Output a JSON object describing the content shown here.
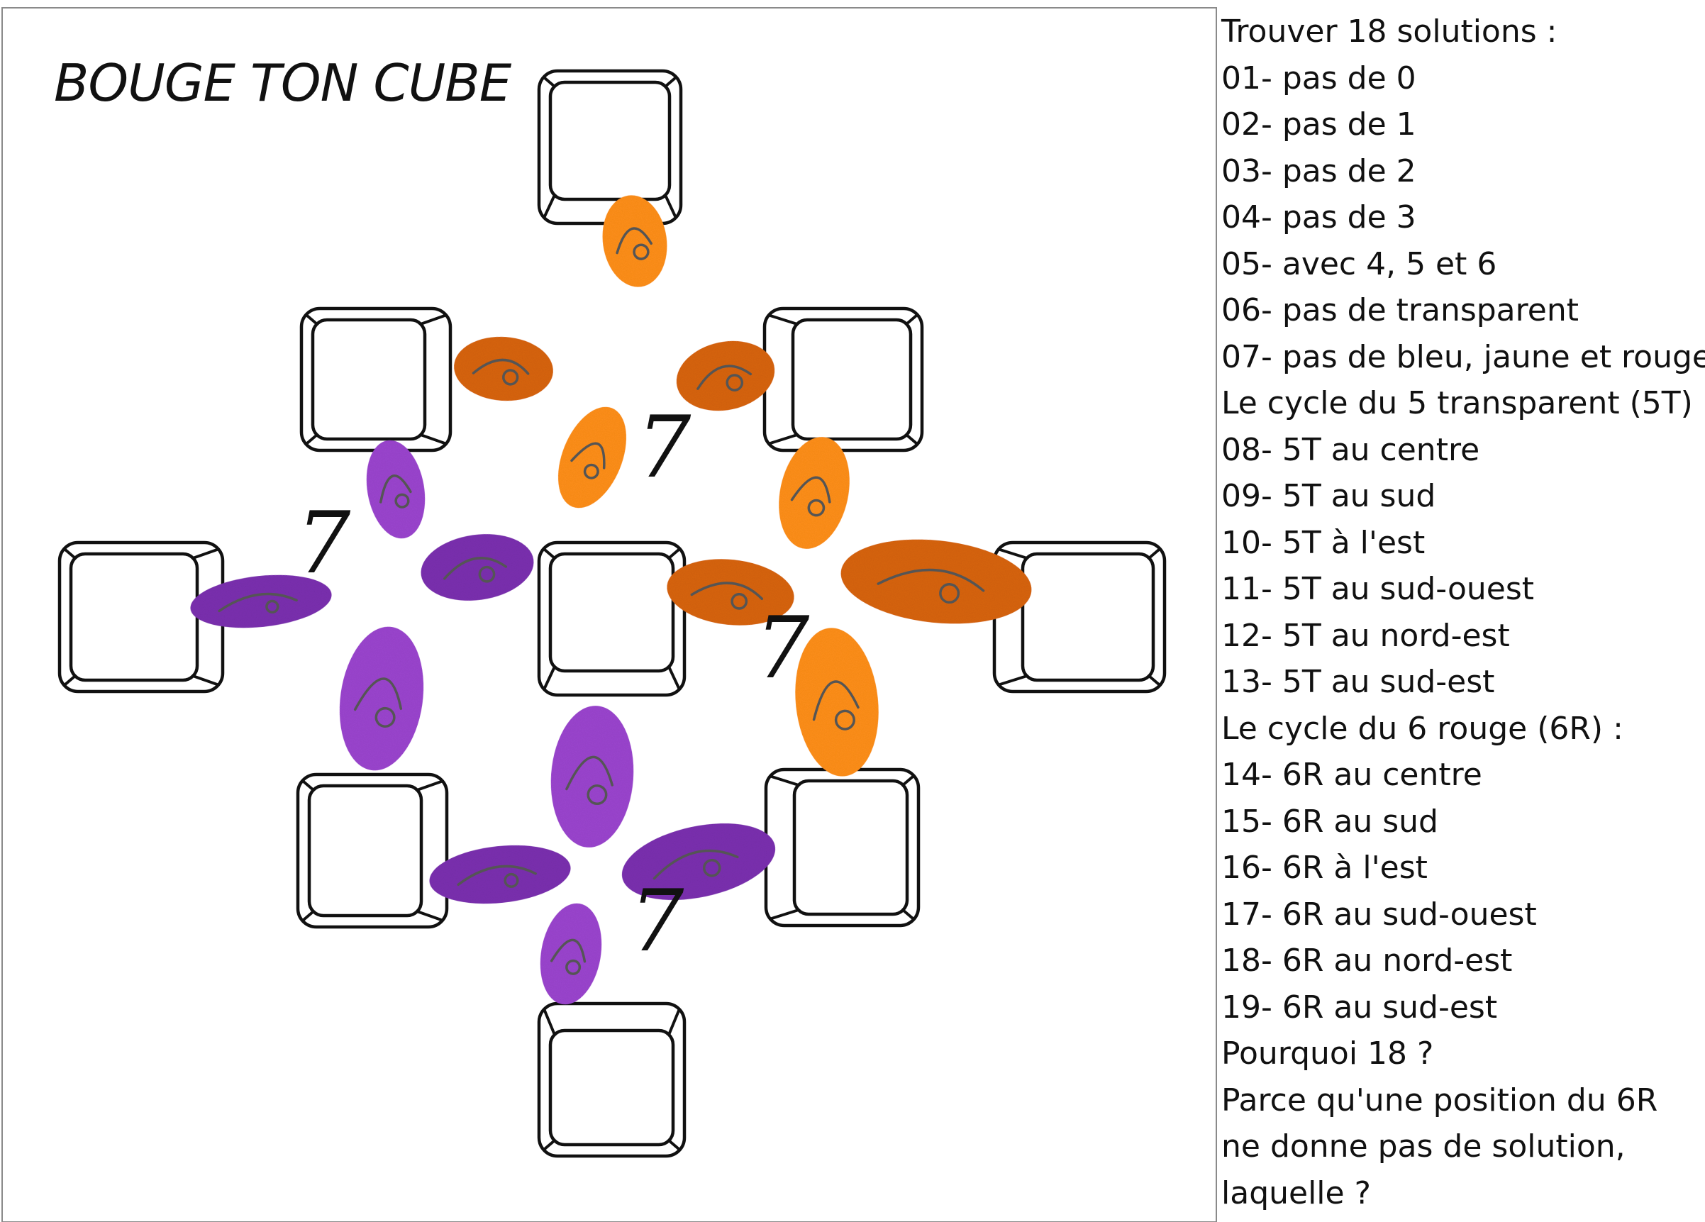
{
  "title": "BOUGE TON CUBE",
  "colors": {
    "orange_light": "#ff8f1a",
    "orange_dark": "#d86410",
    "purple_light": "#9b45cf",
    "purple_dark": "#7b2fb0",
    "pattern": "#555555",
    "outline": "#111111"
  },
  "cubes": [
    {
      "name": "cube-top"
    },
    {
      "name": "cube-upper-left"
    },
    {
      "name": "cube-upper-right"
    },
    {
      "name": "cube-left"
    },
    {
      "name": "cube-center"
    },
    {
      "name": "cube-right"
    },
    {
      "name": "cube-lower-left"
    },
    {
      "name": "cube-lower-right"
    },
    {
      "name": "cube-bottom"
    }
  ],
  "clovers": [
    {
      "name": "clover-north",
      "color": "orange",
      "number": "7"
    },
    {
      "name": "clover-west",
      "color": "purple",
      "number": "7"
    },
    {
      "name": "clover-east",
      "color": "orange",
      "number": "7"
    },
    {
      "name": "clover-south",
      "color": "purple",
      "number": "7"
    }
  ],
  "instructions": [
    "Trouver 18 solutions :",
    "01- pas de 0",
    "02- pas de 1",
    "03- pas de 2",
    "04- pas de 3",
    "05- avec 4, 5 et 6",
    "06- pas de transparent",
    "07- pas de bleu, jaune et rouge",
    "Le cycle du 5 transparent (5T) :",
    "08- 5T au centre",
    "09- 5T au sud",
    "10- 5T à l'est",
    "11- 5T au sud-ouest",
    "12- 5T au nord-est",
    "13- 5T au sud-est",
    "Le cycle du 6 rouge (6R) :",
    "14- 6R au centre",
    "15- 6R au sud",
    "16- 6R à l'est",
    "17- 6R au sud-ouest",
    "18- 6R au nord-est",
    "19- 6R au sud-est",
    "Pourquoi 18 ?",
    "Parce qu'une position du 6R",
    "ne donne pas de solution,",
    "laquelle ?"
  ]
}
